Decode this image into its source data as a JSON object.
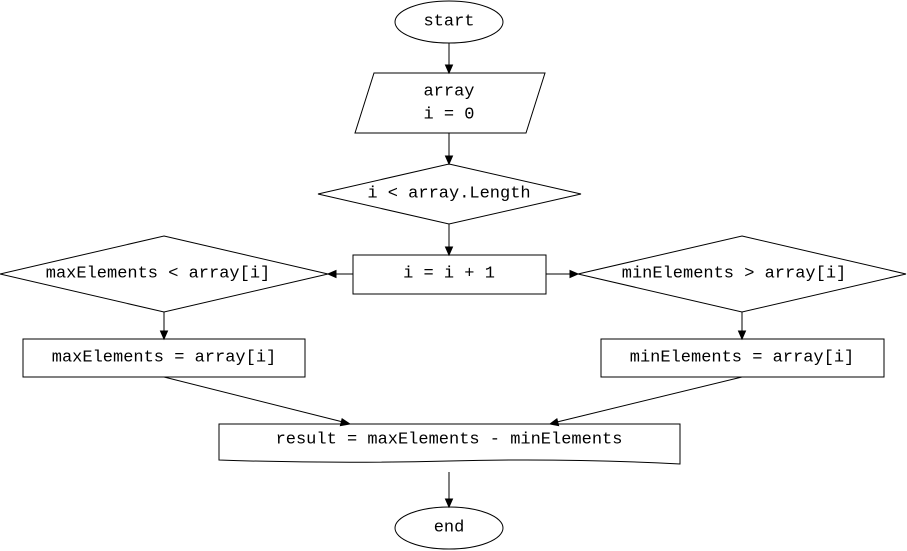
{
  "flowchart": {
    "start": "start",
    "input": [
      "array",
      "i = 0"
    ],
    "condition": "i < array.Length",
    "increment": "i = i + 1",
    "max_check": "maxElements < array[i]",
    "max_assign": "maxElements = array[i]",
    "min_check": "minElements > array[i]",
    "min_assign": "minElements = array[i]",
    "result": "result = maxElements - minElements",
    "end": "end"
  }
}
